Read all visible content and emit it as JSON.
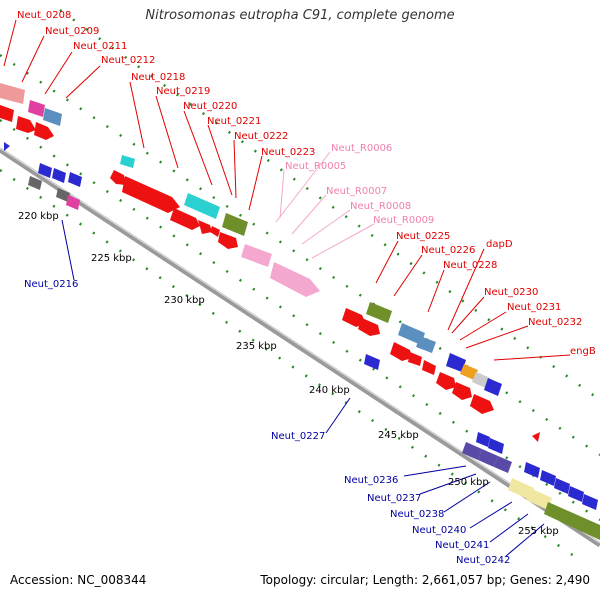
{
  "title": "Nitrosomonas eutropha C91, complete genome",
  "footer": {
    "accession": "Accession: NC_008344",
    "summary": "Topology: circular; Length: 2,661,057 bp; Genes: 2,490"
  },
  "colors": {
    "forward_label": "#e00000",
    "reverse_label": "#0000a0",
    "rna_label": "#f080b0",
    "backbone": "#888888",
    "tick": "#2a8a2a"
  },
  "kbp_labels": [
    "220 kbp",
    "225 kbp",
    "230 kbp",
    "235 kbp",
    "240 kbp",
    "245 kbp",
    "250 kbp",
    "255 kbp"
  ],
  "gene_labels": [
    {
      "text": "Neut_0208",
      "color": "red"
    },
    {
      "text": "Neut_0209",
      "color": "red"
    },
    {
      "text": "Neut_0211",
      "color": "red"
    },
    {
      "text": "Neut_0212",
      "color": "red"
    },
    {
      "text": "Neut_0218",
      "color": "red"
    },
    {
      "text": "Neut_0219",
      "color": "red"
    },
    {
      "text": "Neut_0220",
      "color": "red"
    },
    {
      "text": "Neut_0221",
      "color": "red"
    },
    {
      "text": "Neut_0222",
      "color": "red"
    },
    {
      "text": "Neut_0223",
      "color": "red"
    },
    {
      "text": "Neut_R0006",
      "color": "pink"
    },
    {
      "text": "Neut_R0005",
      "color": "pink"
    },
    {
      "text": "Neut_R0007",
      "color": "pink"
    },
    {
      "text": "Neut_R0008",
      "color": "pink"
    },
    {
      "text": "Neut_R0009",
      "color": "pink"
    },
    {
      "text": "Neut_0225",
      "color": "red"
    },
    {
      "text": "Neut_0226",
      "color": "red"
    },
    {
      "text": "dapD",
      "color": "red"
    },
    {
      "text": "Neut_0228",
      "color": "red"
    },
    {
      "text": "Neut_0230",
      "color": "red"
    },
    {
      "text": "Neut_0231",
      "color": "red"
    },
    {
      "text": "Neut_0232",
      "color": "red"
    },
    {
      "text": "engB",
      "color": "red"
    },
    {
      "text": "Neut_0216",
      "color": "blue"
    },
    {
      "text": "Neut_0227",
      "color": "blue"
    },
    {
      "text": "Neut_0236",
      "color": "blue"
    },
    {
      "text": "Neut_0237",
      "color": "blue"
    },
    {
      "text": "Neut_0238",
      "color": "blue"
    },
    {
      "text": "Neut_0240",
      "color": "blue"
    },
    {
      "text": "Neut_0241",
      "color": "blue"
    },
    {
      "text": "Neut_0242",
      "color": "blue"
    }
  ]
}
